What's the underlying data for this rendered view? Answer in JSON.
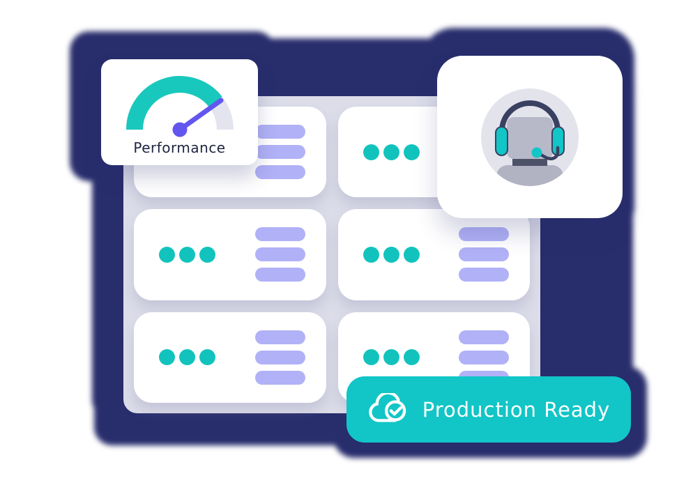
{
  "colors": {
    "canvas": "#ffffff",
    "navy_shadow": "#282d6c",
    "panel": "#dcdde9",
    "card": "#ffffff",
    "teal": "#12c3bd",
    "badge_teal": "#12c5c6",
    "purple": "#b1b1f7",
    "indigo_needle": "#6356ee",
    "gauge_teal": "#19c8bd",
    "gauge_track": "#e4e4ee",
    "label_text": "#1f2440",
    "avatar_bg": "#e3e3ec",
    "avatar_gray_head": "#b7b8c8",
    "avatar_gray_body": "#b1b2c2",
    "avatar_neck": "#4d5269",
    "avatar_dark": "#3a4060"
  },
  "performance_card": {
    "label": "Performance",
    "gauge": {
      "type": "gauge",
      "value_fraction": 0.78
    }
  },
  "support_card": {
    "icon": "support-agent-avatar"
  },
  "dashboard": {
    "rows": 3,
    "columns": 2,
    "cards": [
      {
        "dots": 3,
        "bars": 3
      },
      {
        "dots": 3,
        "bars": 3
      },
      {
        "dots": 3,
        "bars": 3
      },
      {
        "dots": 3,
        "bars": 3
      },
      {
        "dots": 3,
        "bars": 3
      },
      {
        "dots": 3,
        "bars": 3
      }
    ]
  },
  "badge": {
    "label": "Production Ready",
    "icon": "cloud-check"
  }
}
